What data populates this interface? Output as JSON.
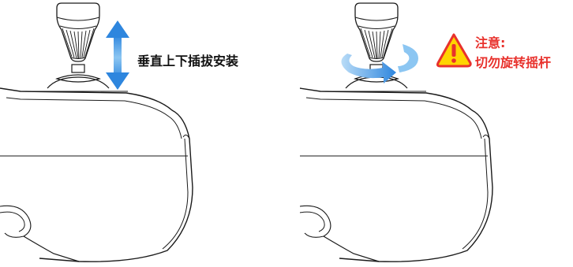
{
  "colors": {
    "outline": "#1a1a1a",
    "arrow_blue": "#2e86de",
    "arrow_blue_light": "#b9dcf7",
    "warning_fill": "#ffd400",
    "warning_stroke": "#e8312c",
    "warning_text": "#e8312c"
  },
  "left_panel": {
    "instruction": "垂直上下插拔安装",
    "arrow": "double-vertical-arrow-icon"
  },
  "right_panel": {
    "warning_title": "注意:",
    "warning_text": "切勿旋转摇杆",
    "warning_icon": "warning-triangle-icon",
    "arrow": "rotate-arrow-icon"
  }
}
